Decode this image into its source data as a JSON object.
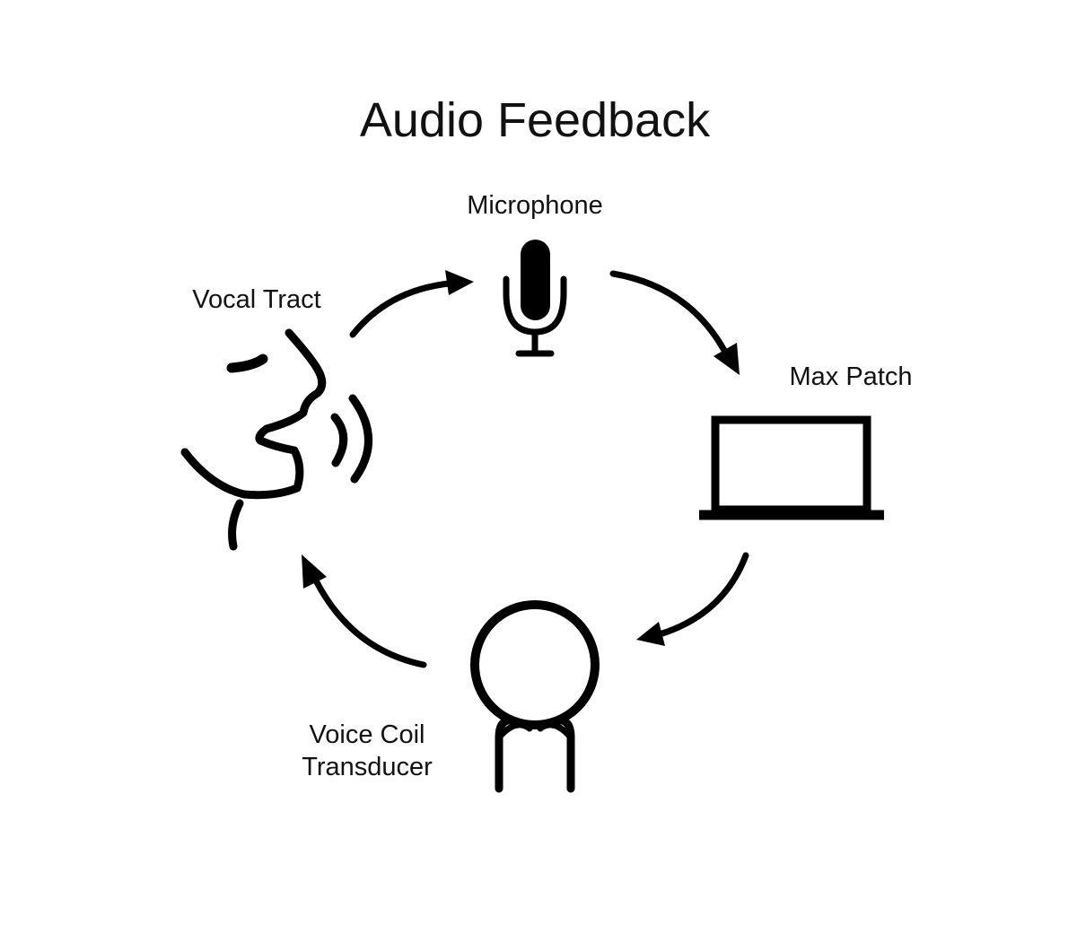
{
  "title": "Audio Feedback",
  "nodes": {
    "microphone": {
      "label": "Microphone",
      "icon": "microphone-icon"
    },
    "max_patch": {
      "label": "Max Patch",
      "icon": "laptop-icon"
    },
    "voice_coil": {
      "label_line1": "Voice Coil",
      "label_line2": "Transducer",
      "icon": "transducer-icon"
    },
    "vocal_tract": {
      "label": "Vocal Tract",
      "icon": "speaking-face-icon"
    }
  },
  "flow": [
    "Vocal Tract",
    "Microphone",
    "Max Patch",
    "Voice Coil Transducer",
    "Vocal Tract"
  ],
  "colors": {
    "ink": "#000000",
    "background": "#ffffff"
  }
}
